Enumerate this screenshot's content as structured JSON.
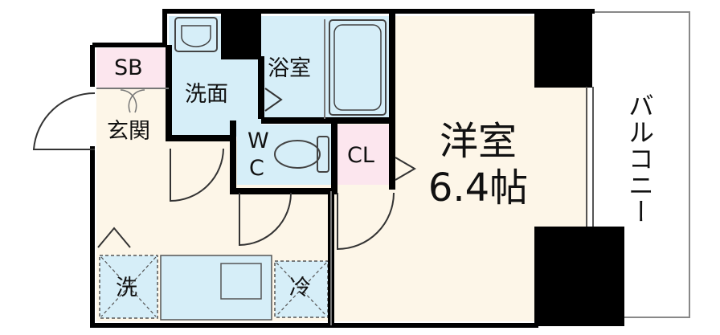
{
  "floor_plan": {
    "rooms": {
      "shoe_box": "SB",
      "washroom": "洗面",
      "bathroom": "浴室",
      "entrance": "玄関",
      "toilet_line1": "W",
      "toilet_line2": "C",
      "closet": "CL",
      "western_room_name": "洋室",
      "western_room_size": "6.4帖",
      "balcony": "バルコニー",
      "washing_machine": "洗",
      "refrigerator": "冷"
    },
    "colors": {
      "wall": "#000000",
      "wet_area": "#d6eef8",
      "floor": "#fdf6e8",
      "storage": "#fce6ee",
      "balcony_outline": "#888888"
    }
  }
}
